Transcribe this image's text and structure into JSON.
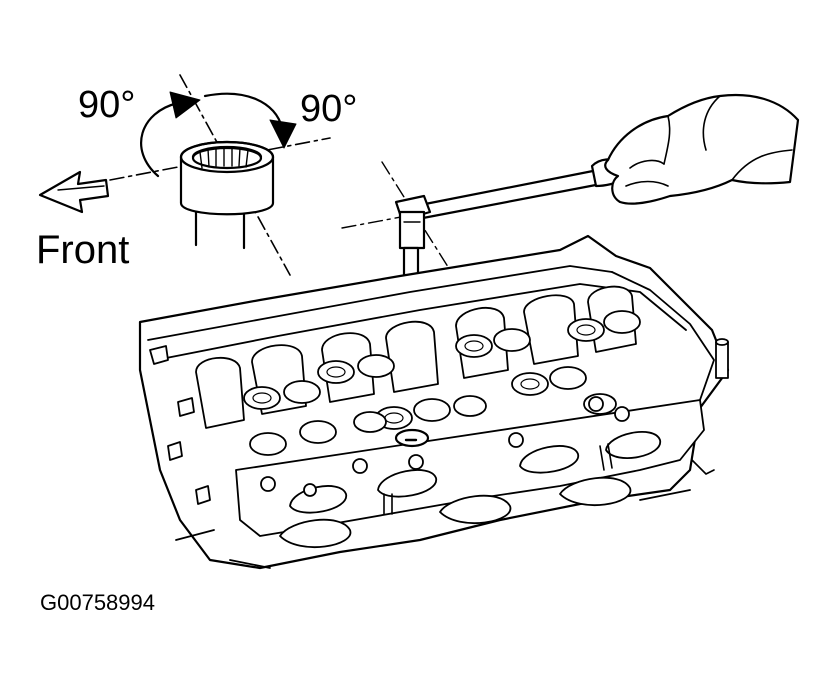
{
  "labels": {
    "angle_left": "90°",
    "angle_right": "90°",
    "direction": "Front",
    "figure_id": "G00758994"
  },
  "colors": {
    "line": "#000000",
    "background": "#ffffff"
  }
}
